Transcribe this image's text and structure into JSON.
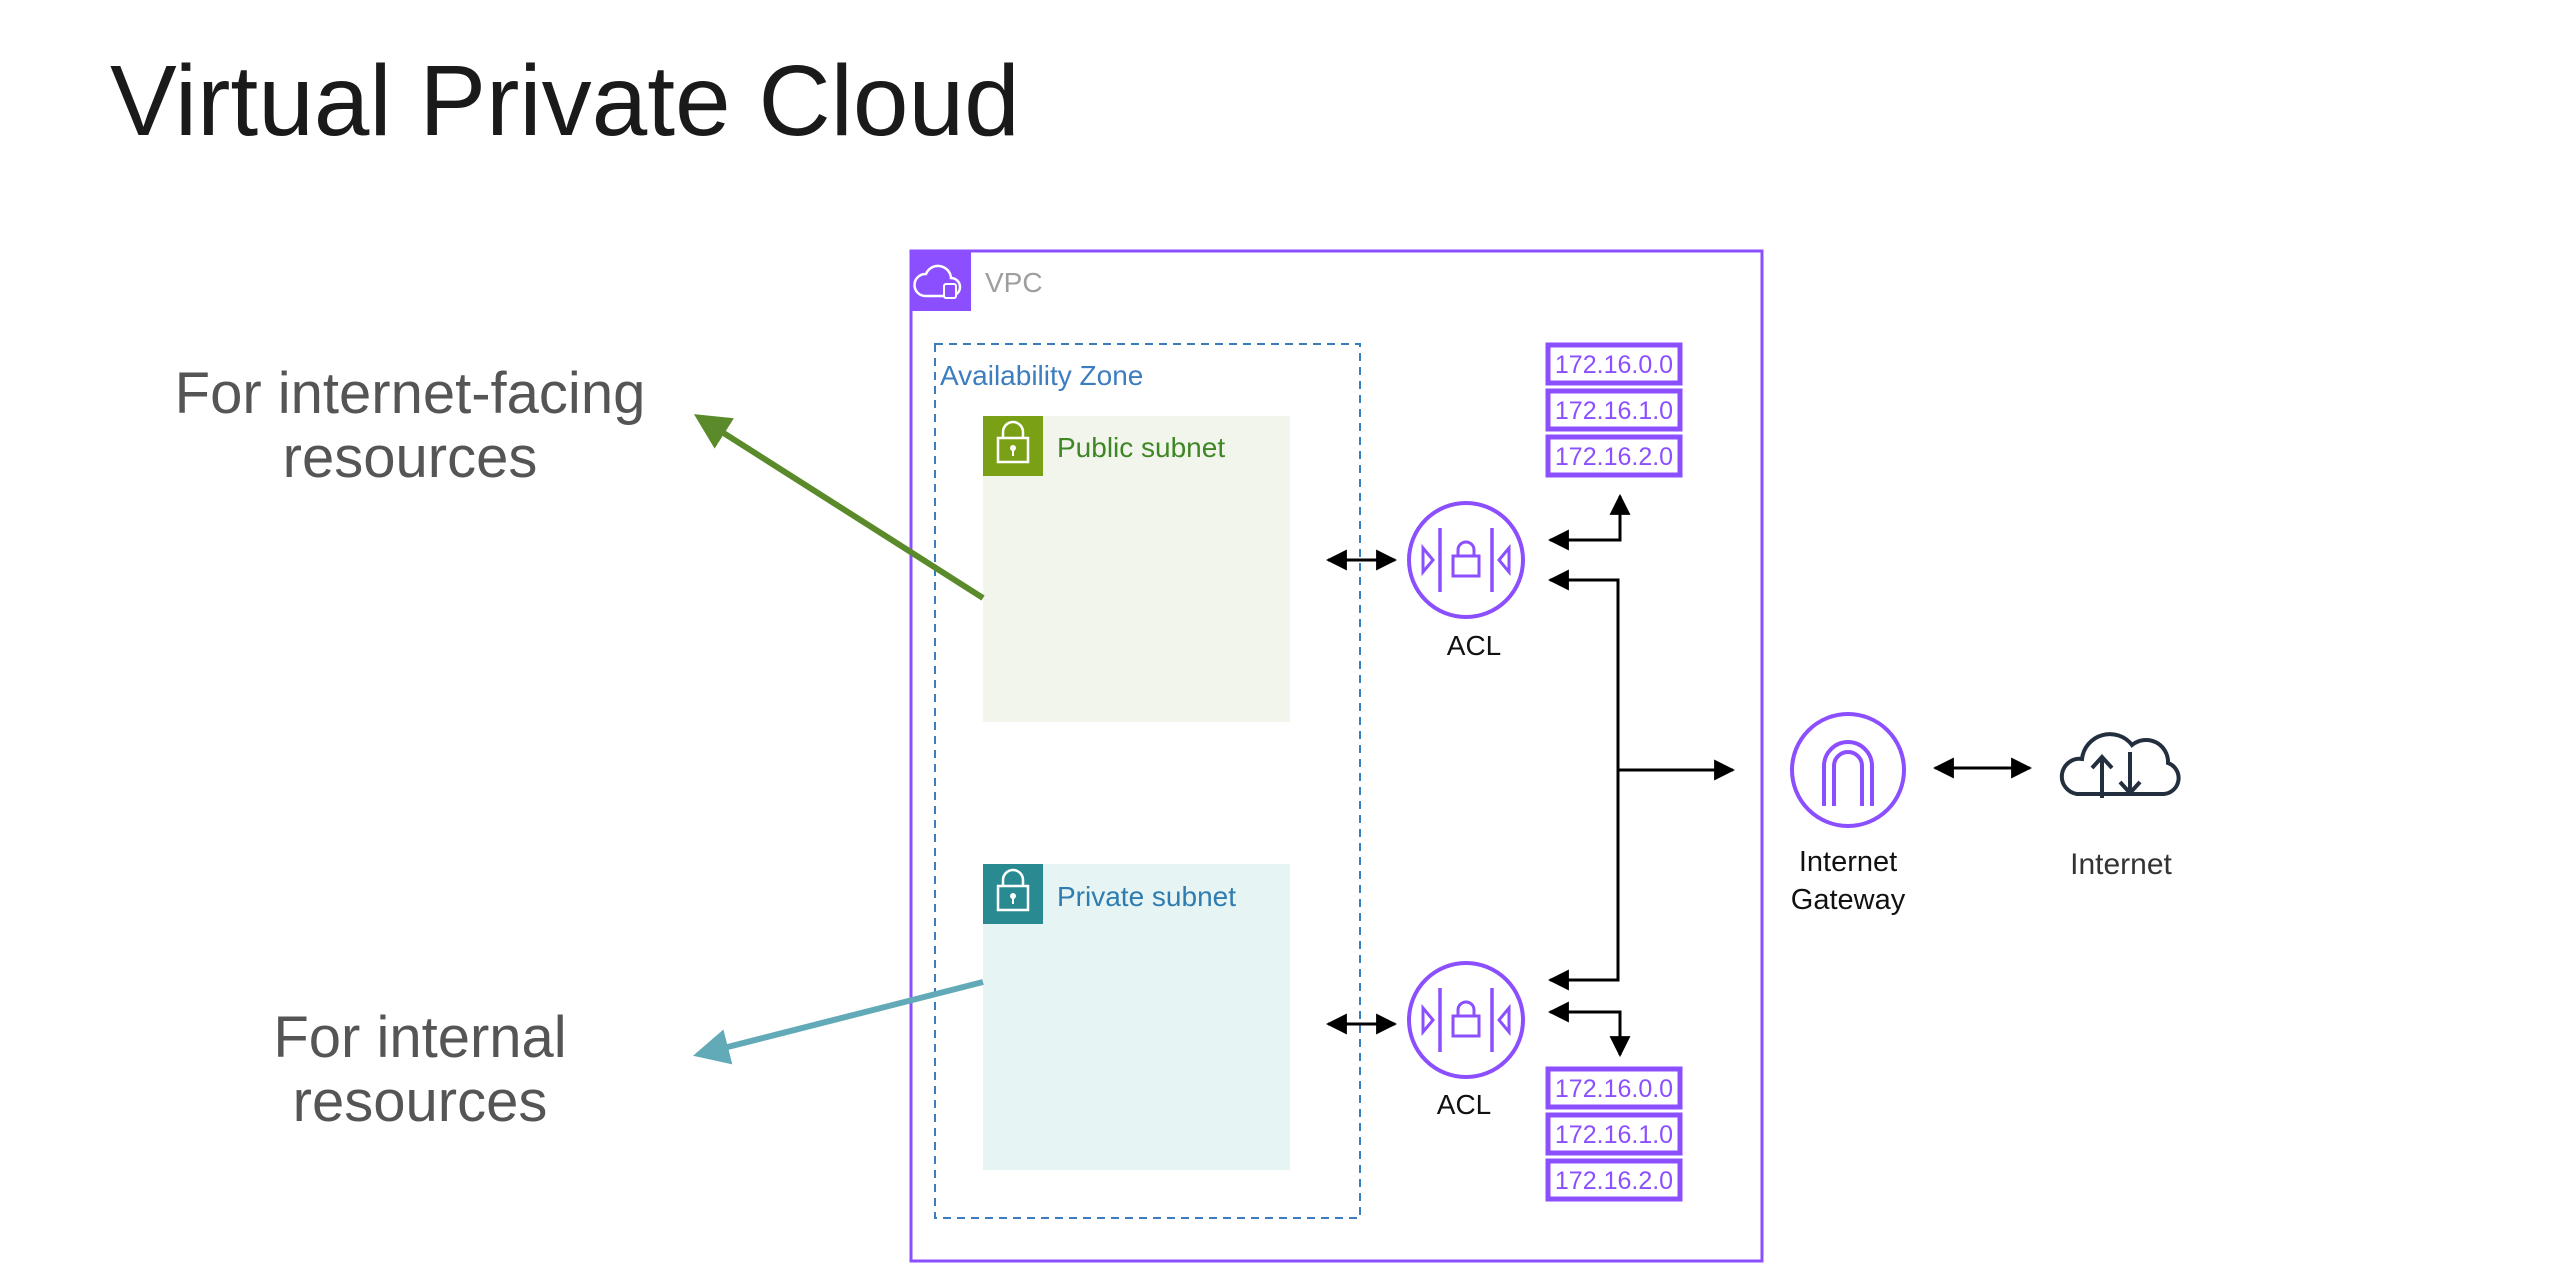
{
  "title": "Virtual Private Cloud",
  "callouts": {
    "public": [
      "For internet-facing",
      "resources"
    ],
    "private": [
      "For internal",
      "resources"
    ]
  },
  "vpc": {
    "label": "VPC"
  },
  "availability_zone": {
    "label": "Availability Zone"
  },
  "public_subnet": {
    "label": "Public subnet"
  },
  "private_subnet": {
    "label": "Private subnet"
  },
  "acl_top": {
    "label": "ACL"
  },
  "acl_bottom": {
    "label": "ACL"
  },
  "route_table_top": [
    "172.16.0.0",
    "172.16.1.0",
    "172.16.2.0"
  ],
  "route_table_bottom": [
    "172.16.0.0",
    "172.16.1.0",
    "172.16.2.0"
  ],
  "internet_gateway": {
    "label_line1": "Internet",
    "label_line2": "Gateway"
  },
  "internet": {
    "label": "Internet"
  },
  "colors": {
    "vpc_border": "#8c4fff",
    "public_green": "#3f8624",
    "private_teal": "#2a8a91",
    "az_blue": "#3b7dbf",
    "acl_purple": "#8c4fff",
    "arrow_green": "#5a8a2a",
    "arrow_teal": "#62aab8"
  }
}
